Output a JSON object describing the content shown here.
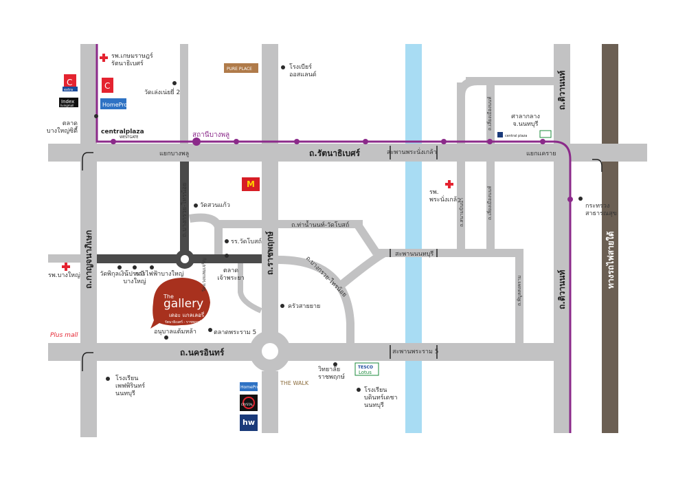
{
  "colors": {
    "road": "#c2c2c3",
    "dark_road": "#4a4a4a",
    "river": "#a8dcf3",
    "rail": "#6b5f53",
    "metro": "#8b2a8a",
    "gallery": "#a8311e",
    "hospital": "#e42330",
    "poi_dot": "#2b2b2b"
  },
  "roads": {
    "rattanathibet": "ถ.รัตนาธิเบศร์",
    "nakhon_in": "ถ.นครอินทร์",
    "kanchanaphisek": "ถ.กาญจนาภิเษก",
    "ratchaphruek": "ถ.ราชพฤกษ์",
    "bang_kruai_sai_noi_1": "ถ.บางกรวย-ไทรน้อย",
    "bang_kruai_sai_noi_2": "ถ.บางกรวย-ไทรน้อย",
    "tha_nam_non_wat_bot": "ถ.ท่าน้ำนนท์-วัดโบสถ์",
    "tiwanon_1": "ถ.ติวานนท์",
    "tiwanon_2": "ถ.ติวานนท์",
    "liang_mueang_1": "ถ.เลี่ยงเมืองนนท์",
    "liang_mueang_2": "ถ.เลี่ยงเมืองนนท์",
    "sanam_bin_nam": "ถ.สนามบินน้ำ",
    "phibun_songkhram": "ถ.พิบูลสงคราม",
    "rail_line": "ทางรถไฟสายใต้",
    "wat_laem_road": "วัดแวงแลมเจริญ"
  },
  "bridges": {
    "phra_nang_klao": "สะพานพระนั่งเกล้า",
    "nonthaburi": "สะพานนนทบุรี",
    "rama5": "สะพานพระราม 5"
  },
  "junctions": {
    "bang_phlu": "แยกบางพลู",
    "khae_rai": "แยกแคราย"
  },
  "metro": {
    "station": "สถานีบางพลู"
  },
  "places": {
    "kasemrad": "รพ.เกษมราษฎร์\nรัตนาธิเบศร์",
    "wat_lao_nai": "วัดเล่งเน่ยยี่ 2",
    "premier": "โรงเบียร์\nออสแลนด์",
    "talad_bang_yai": "ตลาด\nบางใหญ่ซิตี้",
    "wat_suan_kaeo": "วัดสวนแก้ว",
    "rr_wat_bot": "รร.วัดโบสถ์",
    "talad_chao_phraya": "ตลาด\nเจ้าพระยา",
    "wat_phikun_ngoen": "วัดพิกุลเงิน",
    "lotus_bang_yai": "โปรนมี\nบางใหญ่",
    "power_bang_yai": "การไฟฟ้าบางใหญ่",
    "rp_bang_yai": "รพ.บางใหญ่",
    "anuban": "อนุบาลแต้มหล้า",
    "talad_rama5": "ตลาดพระราม 5",
    "krua_sai_yai": "ครัวสายยาย",
    "vittayalai": "วิทยาลัย\nราชพฤกษ์",
    "school_pha": "โรงเรียน\nเพฟพิรินทร์\nนนทบุรี",
    "school_bd": "โรงเรียน\nบดินทร์เดชา\nนนทบุรี",
    "rp_phra_nang_klao": "รพ.\nพระนั่งเกล้า",
    "sala_klang": "ศาลากลาง\nจ.นนทบุรี",
    "ministry": "กระทรวง\nสาธารณสุข"
  },
  "brands": {
    "tesco_c": "C",
    "extra": "extra",
    "index": "Index",
    "index_sub": "livingmall",
    "homepro": "HomePro",
    "central_plaza": "centralplaza",
    "westgate": "WESTGATE",
    "pure_place": "PURE PLACE",
    "mcdonalds": "McDonald's",
    "plus_mall": "Plus mall",
    "the_walk": "THE WALK",
    "tesco": "TESCO",
    "lotus": "Lotus",
    "crystal": "CRYSTAL",
    "hw": "hw",
    "central_right": "central plaza"
  },
  "gallery": {
    "title_small": "The",
    "title": "gallery",
    "thai": "เดอะ แกลเลอรี่",
    "sub": "รัตนาธิเบศร์ - ราชพฤกษ์"
  }
}
